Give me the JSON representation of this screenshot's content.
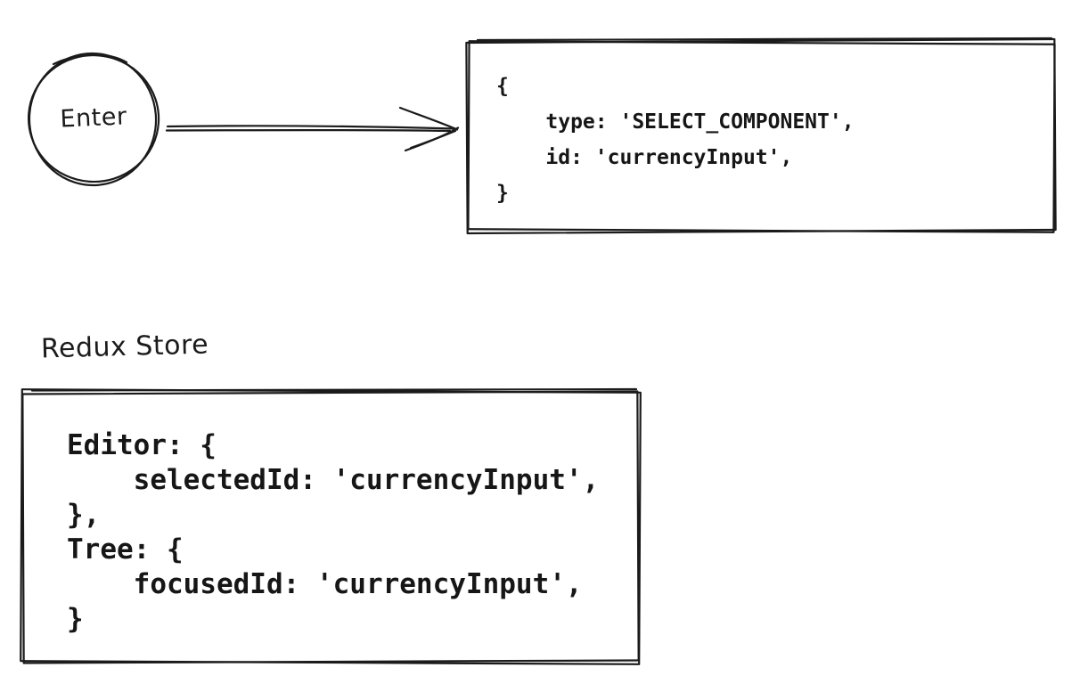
{
  "diagram": {
    "background_color": "#ffffff",
    "stroke_color": "#1b1b1b",
    "enter_node": {
      "shape": "circle",
      "label": "Enter"
    },
    "arrow": {
      "from": "enter_node",
      "to": "action_box",
      "direction": "right"
    },
    "action_box": {
      "shape": "rectangle",
      "code_lines": [
        "{",
        "    type: 'SELECT_COMPONENT',",
        "    id: 'currencyInput',",
        "}"
      ]
    },
    "redux_store": {
      "title": "Redux Store",
      "shape": "rectangle",
      "code_lines": [
        "Editor: {",
        "    selectedId: 'currencyInput',",
        "},",
        "Tree: {",
        "    focusedId: 'currencyInput',",
        "}"
      ]
    }
  }
}
